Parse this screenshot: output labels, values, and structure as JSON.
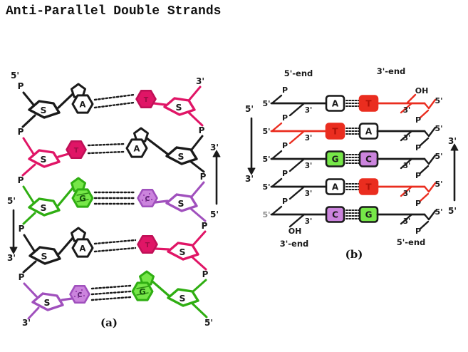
{
  "title": "Anti-Parallel Double Strands",
  "labels": {
    "sugar": "S",
    "phosphate": "P",
    "five_prime": "5'",
    "three_prime": "3'",
    "hydroxyl": "OH"
  },
  "colors": {
    "black": "#1a1a1a",
    "pink": "#e01566",
    "pink_dark": "#c01057",
    "green": "#2fae12",
    "green_fill": "#76e748",
    "purple": "#a050bd",
    "purple_fill": "#cb84dd",
    "red": "#ea2d1f",
    "red_letter": "#b01208",
    "white": "#ffffff"
  },
  "panel_a": {
    "caption": "(a)",
    "left_strand_top": "5'",
    "left_strand_bottom": "3'",
    "right_strand_top": "3'",
    "right_strand_bottom": "5'",
    "left_arrow": {
      "top": "5'",
      "bottom": "3'",
      "direction": "down"
    },
    "right_arrow": {
      "top": "3'",
      "bottom": "5'",
      "direction": "up"
    },
    "base_pairs": [
      {
        "left": "A",
        "left_color": "black",
        "right": "T",
        "right_color": "pink",
        "hbonds": 2
      },
      {
        "left": "T",
        "left_color": "pink",
        "right": "A",
        "right_color": "black",
        "hbonds": 2
      },
      {
        "left": "G",
        "left_color": "green",
        "right": "C",
        "right_color": "purple",
        "hbonds": 3
      },
      {
        "left": "A",
        "left_color": "black",
        "right": "T",
        "right_color": "pink",
        "hbonds": 2
      },
      {
        "left": "C",
        "left_color": "purple",
        "right": "G",
        "right_color": "green",
        "hbonds": 3
      }
    ]
  },
  "panel_b": {
    "caption": "(b)",
    "top_left": "5'-end",
    "top_right": "3'-end",
    "bottom_left": "3'-end",
    "bottom_right": "5'-end",
    "left_arrow": {
      "top": "5'",
      "bottom": "3'",
      "direction": "down"
    },
    "right_arrow": {
      "top": "3'",
      "bottom": "5'",
      "direction": "up"
    },
    "rows": [
      {
        "left": "A",
        "left_style": "white",
        "right": "T",
        "right_style": "red",
        "red_side": "right",
        "oh": "right",
        "hbonds": 2
      },
      {
        "left": "T",
        "left_style": "red",
        "right": "A",
        "right_style": "white",
        "red_side": "left",
        "oh": null,
        "hbonds": 2
      },
      {
        "left": "G",
        "left_style": "green",
        "right": "C",
        "right_style": "purple",
        "red_side": null,
        "oh": null,
        "hbonds": 3
      },
      {
        "left": "A",
        "left_style": "white",
        "right": "T",
        "right_style": "red",
        "red_side": "right",
        "oh": null,
        "hbonds": 2
      },
      {
        "left": "C",
        "left_style": "purple",
        "right": "G",
        "right_style": "green",
        "red_side": null,
        "oh": "left",
        "hbonds": 3
      }
    ]
  }
}
